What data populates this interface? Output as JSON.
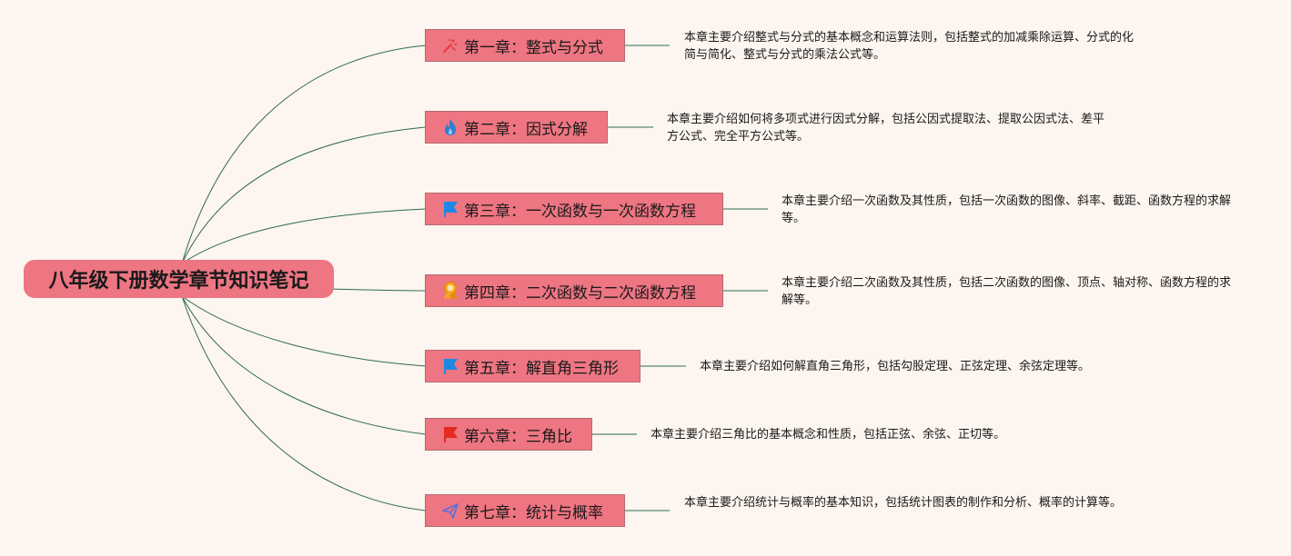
{
  "root": {
    "title": "八年级下册数学章节知识笔记"
  },
  "chapters": [
    {
      "title": "第一章：整式与分式",
      "icon": "sparkle-tool-icon",
      "desc": "本章主要介绍整式与分式的基本概念和运算法则，包括整式的加减乘除运算、分式的化简与简化、整式与分式的乘法公式等。"
    },
    {
      "title": "第二章：因式分解",
      "icon": "flame-icon",
      "desc": "本章主要介绍如何将多项式进行因式分解，包括公因式提取法、提取公因式法、差平方公式、完全平方公式等。"
    },
    {
      "title": "第三章：一次函数与一次函数方程",
      "icon": "flag-blue-icon",
      "desc": "本章主要介绍一次函数及其性质，包括一次函数的图像、斜率、截距、函数方程的求解等。"
    },
    {
      "title": "第四章：二次函数与二次函数方程",
      "icon": "medal-icon",
      "desc": "本章主要介绍二次函数及其性质，包括二次函数的图像、顶点、轴对称、函数方程的求解等。"
    },
    {
      "title": "第五章：解直角三角形",
      "icon": "flag-blue-icon",
      "desc": "本章主要介绍如何解直角三角形，包括勾股定理、正弦定理、余弦定理等。"
    },
    {
      "title": "第六章：三角比",
      "icon": "flag-red-icon",
      "desc": "本章主要介绍三角比的基本概念和性质，包括正弦、余弦、正切等。"
    },
    {
      "title": "第七章：统计与概率",
      "icon": "paper-plane-icon",
      "desc": "本章主要介绍统计与概率的基本知识，包括统计图表的制作和分析、概率的计算等。"
    }
  ],
  "colors": {
    "node_fill": "#ee7582",
    "link": "#2f6b50",
    "background": "#fdf5ef"
  }
}
